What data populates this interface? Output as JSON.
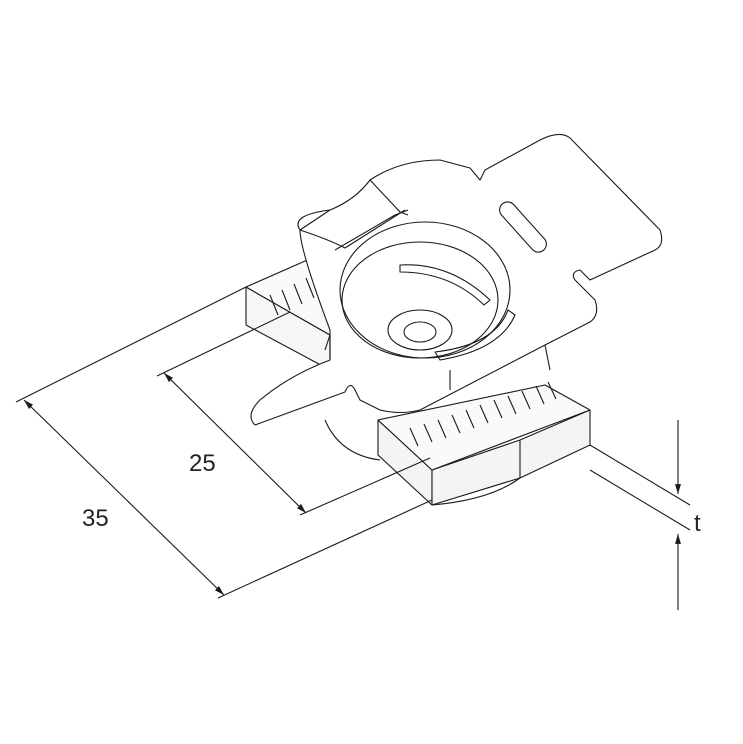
{
  "drawing": {
    "dimensions": {
      "overall_length": "35",
      "inner_length": "25",
      "thickness": "t"
    },
    "colors": {
      "line": "#1a1a1a",
      "background": "#ffffff",
      "shade": "#f2f2f2"
    }
  }
}
